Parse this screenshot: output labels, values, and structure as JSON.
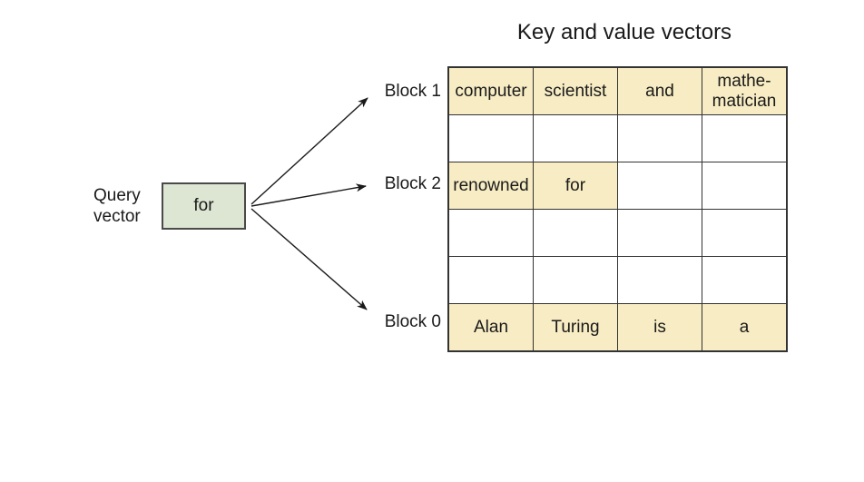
{
  "diagram": {
    "title": "Key and value vectors",
    "query_vector": {
      "label": "Query\nvector",
      "box_text": "for"
    },
    "block_labels": [
      "Block 1",
      "Block 2",
      "Block 0"
    ],
    "arrows": [
      {
        "from": "Query vector",
        "to": "Block 1"
      },
      {
        "from": "Query vector",
        "to": "Block 2"
      },
      {
        "from": "Query vector",
        "to": "Block 0"
      }
    ],
    "colors": {
      "highlight_cell": "#f7ecc3",
      "empty_cell": "#ffffff",
      "query_box_fill": "#dce6d2",
      "border": "#333333",
      "text": "#1a1a1a"
    },
    "table": {
      "rows": [
        {
          "block": "Block 1",
          "cells": [
            {
              "text": "computer",
              "highlight": true
            },
            {
              "text": "scientist",
              "highlight": true
            },
            {
              "text": "and",
              "highlight": true
            },
            {
              "text": "mathe-\nmatician",
              "highlight": true
            }
          ]
        },
        {
          "block": null,
          "cells": [
            {
              "text": "",
              "highlight": false
            },
            {
              "text": "",
              "highlight": false
            },
            {
              "text": "",
              "highlight": false
            },
            {
              "text": "",
              "highlight": false
            }
          ]
        },
        {
          "block": "Block 2",
          "cells": [
            {
              "text": "renowned",
              "highlight": true
            },
            {
              "text": "for",
              "highlight": true
            },
            {
              "text": "",
              "highlight": false
            },
            {
              "text": "",
              "highlight": false
            }
          ]
        },
        {
          "block": null,
          "cells": [
            {
              "text": "",
              "highlight": false
            },
            {
              "text": "",
              "highlight": false
            },
            {
              "text": "",
              "highlight": false
            },
            {
              "text": "",
              "highlight": false
            }
          ]
        },
        {
          "block": null,
          "cells": [
            {
              "text": "",
              "highlight": false
            },
            {
              "text": "",
              "highlight": false
            },
            {
              "text": "",
              "highlight": false
            },
            {
              "text": "",
              "highlight": false
            }
          ]
        },
        {
          "block": "Block 0",
          "cells": [
            {
              "text": "Alan",
              "highlight": true
            },
            {
              "text": "Turing",
              "highlight": true
            },
            {
              "text": "is",
              "highlight": true
            },
            {
              "text": "a",
              "highlight": true
            }
          ]
        }
      ]
    }
  }
}
